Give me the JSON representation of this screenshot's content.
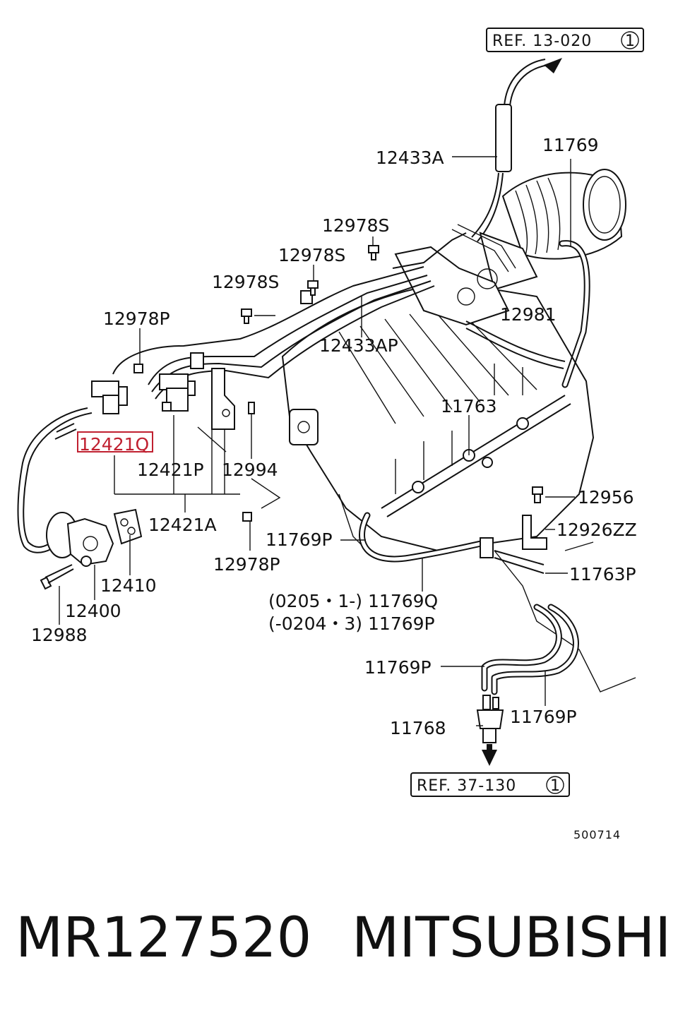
{
  "refs": {
    "top": "REF. 13-020",
    "top_circle": "1",
    "bottom": "REF. 37-130",
    "bottom_circle": "1"
  },
  "labels": {
    "l12433A": "12433A",
    "l11769": "11769",
    "l12978S_a": "12978S",
    "l12978S_b": "12978S",
    "l12978S_c": "12978S",
    "l12978P_a": "12978P",
    "l12981": "12981",
    "l12433AP": "12433AP",
    "l11763": "11763",
    "l12421Q": "12421Q",
    "l12421P": "12421P",
    "l12994": "12994",
    "l12956": "12956",
    "l12421A": "12421A",
    "l11769P_a": "11769P",
    "l12926ZZ": "12926ZZ",
    "l12978P_b": "12978P",
    "l11763P": "11763P",
    "l12410": "12410",
    "l11769Q_note": "(0205・1-) 11769Q",
    "l11769P_note": "(-0204・3) 11769P",
    "l12400": "12400",
    "l12988": "12988",
    "l11769P_b": "11769P",
    "l11768": "11768",
    "l11769P_c": "11769P"
  },
  "highlight_color": "#c02030",
  "diagram_code": "500714",
  "footer": {
    "part_number": "MR127520",
    "brand": "MITSUBISHI"
  }
}
